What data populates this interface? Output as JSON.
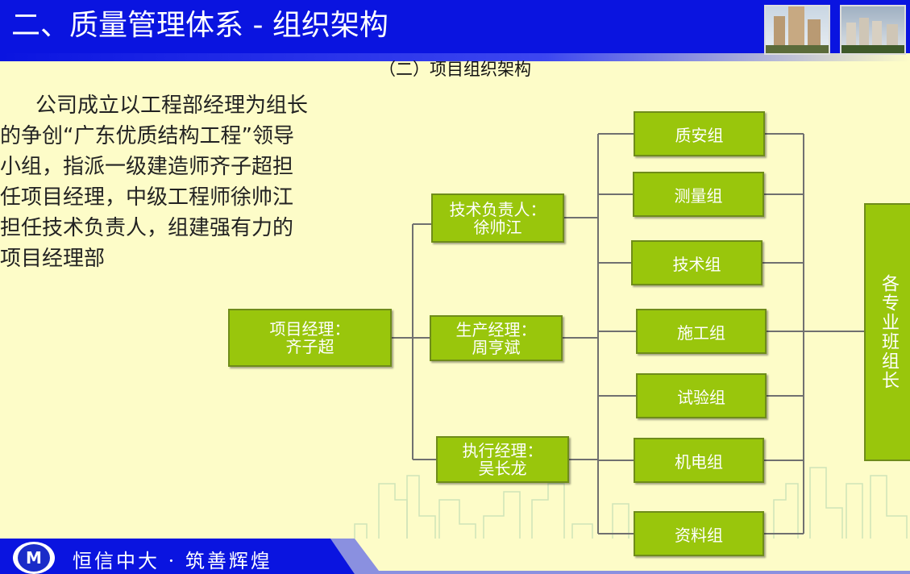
{
  "header": {
    "title": "二、质量管理体系 - 组织架构"
  },
  "subtitle": "（二）项目组织架构",
  "intro_paragraph": "公司成立以工程部经理为组长的争创“广东优质结构工程”领导小组，指派一级建造师齐子超担任项目经理，中级工程师徐帅江担任技术负责人，组建强有力的项目经理部",
  "org_chart": {
    "root": {
      "line1": "项目经理：",
      "line2": "齐子超"
    },
    "managers": [
      {
        "line1": "技术负责人：",
        "line2": "徐帅江"
      },
      {
        "line1": "生产经理：",
        "line2": "周亨斌"
      },
      {
        "line1": "执行经理：",
        "line2": "吴长龙"
      }
    ],
    "groups": [
      "质安组",
      "测量组",
      "技术组",
      "施工组",
      "试验组",
      "机电组",
      "资料组"
    ],
    "terminal": "各专业班组长"
  },
  "footer": {
    "logo_text": "M",
    "slogan": "恒信中大 · 筑善辉煌"
  },
  "colors": {
    "header_blue": "#0a14e0",
    "box_green": "#99c60c",
    "background": "#fdfcc8"
  }
}
